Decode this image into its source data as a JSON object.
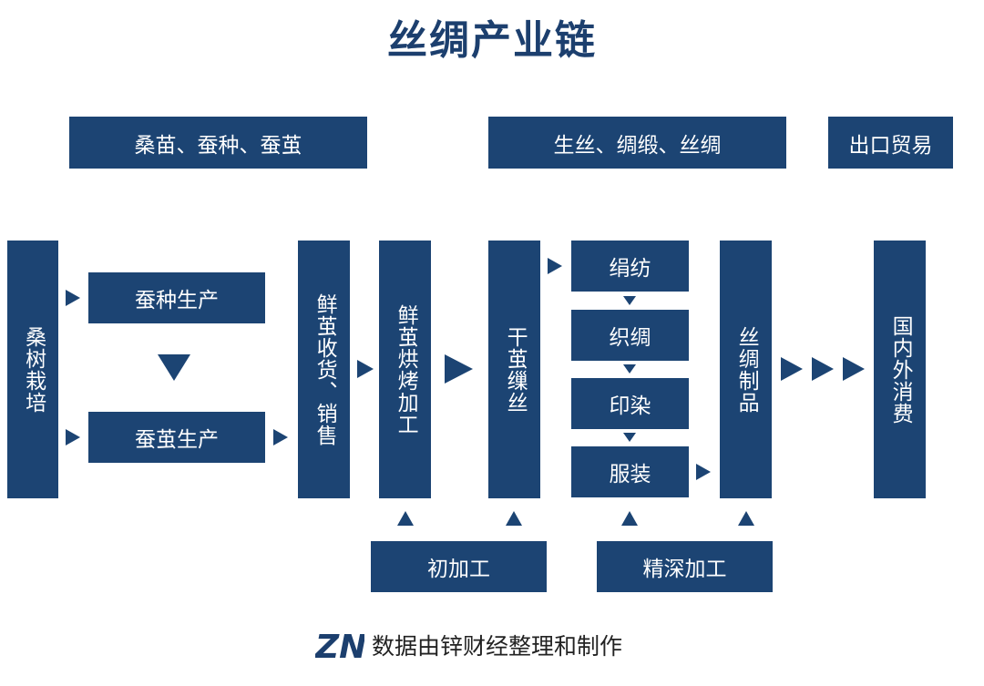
{
  "title": "丝绸产业链",
  "categories": {
    "raw": "桑苗、蚕种、蚕茧",
    "silk": "生丝、绸缎、丝绸",
    "export": "出口贸易"
  },
  "nodes": {
    "mulberry": "桑树栽培",
    "egg_production": "蚕种生产",
    "cocoon_production": "蚕茧生产",
    "fresh_cocoon_trade": "鲜茧收货、销售",
    "cocoon_drying": "鲜茧烘烤加工",
    "reeling": "干茧缫丝",
    "spinning": "绢纺",
    "weaving": "织绸",
    "dyeing": "印染",
    "garments": "服装",
    "silk_products": "丝绸制品",
    "consumption": "国内外消费"
  },
  "stages": {
    "primary": "初加工",
    "deep": "精深加工"
  },
  "footer": {
    "logo": "ZN",
    "text": "数据由锌财经整理和制作"
  },
  "colors": {
    "box": "#1c4473",
    "title": "#1c3f6e",
    "text": "#ffffff"
  }
}
